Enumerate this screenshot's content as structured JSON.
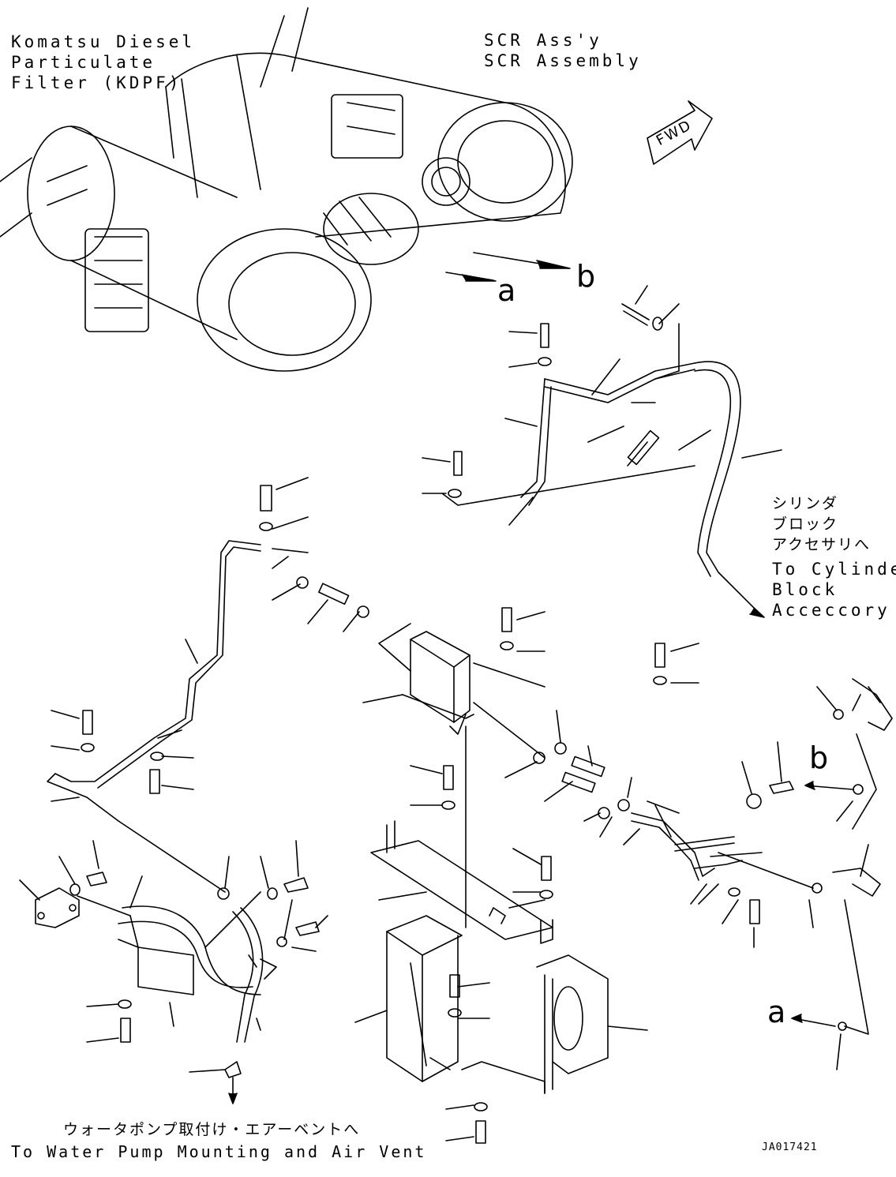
{
  "labels": {
    "kdpf": [
      "Komatsu Diesel",
      "Particulate",
      "Filter (KDPF)"
    ],
    "scr": [
      "SCR Ass'y",
      "SCR Assembly"
    ],
    "fwd": "FWD",
    "cylinder_jp": [
      "シリンダ",
      "ブロック",
      "アクセサリへ"
    ],
    "cylinder_en": [
      "To Cylinder",
      "Block",
      "Acceccory"
    ],
    "water_jp": "ウォータポンプ取付け・エアーベントへ",
    "water_en": "To Water Pump Mounting and Air Vent",
    "callout_a": "a",
    "callout_b": "b",
    "drawing_code": "JA017421"
  }
}
